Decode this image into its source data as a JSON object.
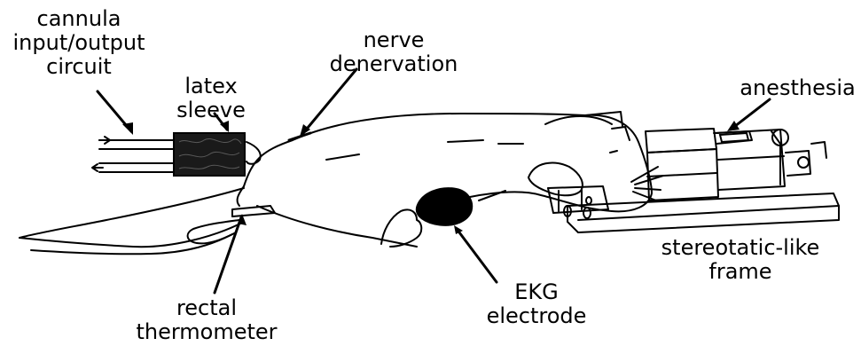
{
  "labels": {
    "cannula": [
      "cannula",
      "input/output",
      "circuit"
    ],
    "latex": [
      "latex",
      "sleeve"
    ],
    "nerve": [
      "nerve",
      "denervation"
    ],
    "anesthesia": [
      "anesthesia"
    ],
    "frame": [
      "stereotatic-like",
      "frame"
    ],
    "ekg": [
      "EKG",
      "electrode"
    ],
    "rectal": [
      "rectal",
      "thermometer"
    ]
  },
  "colors": {
    "ink": "#000000",
    "paper": "#ffffff",
    "fill": "#1a1a1a"
  }
}
